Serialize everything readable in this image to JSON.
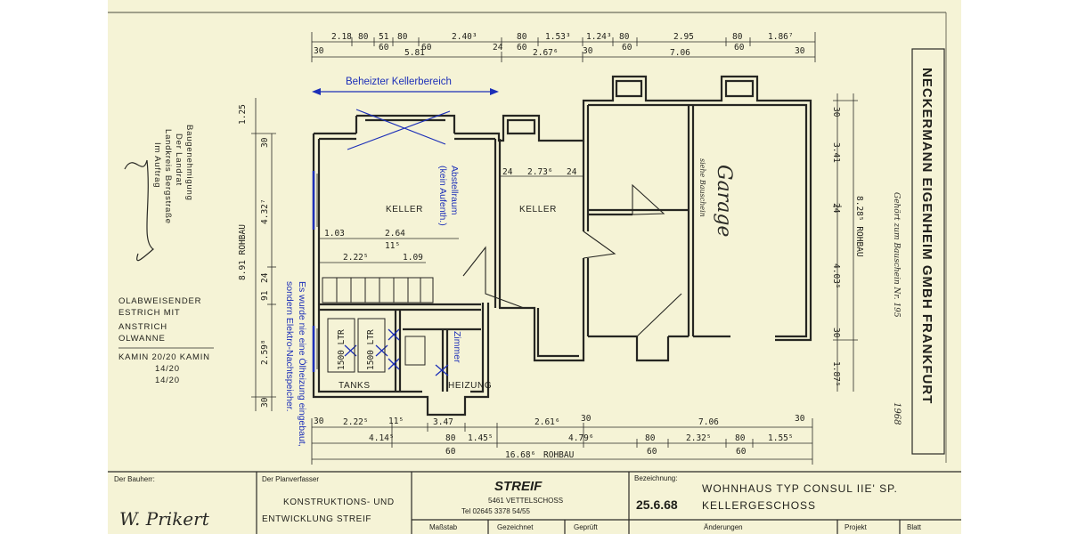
{
  "annotations": {
    "heated_area": "Beheizter Kellerbereich",
    "storage_room": "Abstellraum",
    "storage_room_note": "(kein Aufenth.)",
    "room_label": "Zimmer",
    "side_note_1": "Es wurde nie eine Ölheizung eingebaut,",
    "side_note_2": "sondern Elektro-Nachtspeicher."
  },
  "rooms": {
    "keller_left": "KELLER",
    "keller_mid": "KELLER",
    "tanks": "TANKS",
    "heizung": "HEIZUNG",
    "tank_1": "1500 LTR",
    "tank_2": "1500 LTR",
    "garage": "Garage",
    "garage_sub": "siehe Bauschein"
  },
  "top_dims": {
    "row1": [
      "2.18",
      "80",
      "51",
      "80",
      "2.40³",
      "80",
      "1.53³",
      "1.24³",
      "80",
      "2.95",
      "80",
      "1.86⁷"
    ],
    "row2": [
      "30",
      "60",
      "60",
      "24",
      "60",
      "30",
      "60",
      "60",
      "30"
    ],
    "row3": [
      "5.81",
      "2.67⁶",
      "7.06"
    ]
  },
  "bottom_dims": {
    "row1": [
      "30",
      "2.22⁵",
      "11⁵",
      "3.47",
      "2.61⁶",
      "30",
      "7.06",
      "30"
    ],
    "row2": [
      "4.14⁵",
      "80",
      "1.45⁵",
      "4.79⁶",
      "80",
      "2.32⁵",
      "80",
      "1.55⁵"
    ],
    "row3": [
      "60",
      "60",
      "60"
    ],
    "total": "16.68⁶",
    "total_label": "ROHBAU"
  },
  "left_dims": {
    "outer": "8.91 ROHBAU",
    "top": "1.25",
    "mid": "4.32⁷",
    "small_30a": "30",
    "small_24": "24",
    "small_91": "91",
    "lower": "2.59⁸",
    "small_30b": "30"
  },
  "right_dims": {
    "outer": "8.28⁵ ROHBAU",
    "a": "30",
    "b": "3.41",
    "c": "24",
    "d": "4.03⁵",
    "e": "30",
    "f": "1.87⁵"
  },
  "interior_dims": {
    "d1": "1.03",
    "d2": "2.64",
    "d3": "11⁵",
    "d4": "2.22⁵",
    "d5": "1.09",
    "d6": "24",
    "d7": "2.73⁶",
    "d8": "24"
  },
  "stamp": {
    "line1": "Baugenehmigung",
    "line2": "Der Landrat",
    "line3": "Landkreis Bergstraße",
    "line4": "Im Auftrag"
  },
  "legend_lines": [
    "OLABWEISENDER",
    "ESTRICH MIT",
    "ANSTRICH",
    "OLWANNE",
    "KAMIN 20/20 KAMIN",
    "14/20",
    "14/20"
  ],
  "vertical_title": "NECKERMANN EIGENHEIM GMBH FRANKFURT",
  "vertical_sub": "Gehört zum Bauschein Nr. 195",
  "vertical_year": "1968",
  "title_block": {
    "owner_label": "Der Bauherr:",
    "owner_signature": "W. Prikert",
    "planner_label": "Der Planverfasser",
    "planner_line1": "KONSTRUKTIONS- UND",
    "planner_line2": "ENTWICKLUNG STREIF",
    "company": "STREIF",
    "company_place": "5461 VETTELSCHOSS",
    "company_phone": "Tel 02645 3378 54/55",
    "designation_label": "Bezeichnung:",
    "date": "25.6.68",
    "title_line1": "WOHNHAUS TYP CONSUL IIE' SP.",
    "title_line2": "KELLERGESCHOSS",
    "col_scale": "Maßstab",
    "col_drawn": "Gezeichnet",
    "col_checked": "Geprüft",
    "col_changes": "Änderungen",
    "col_project": "Projekt",
    "col_sheet": "Blatt"
  }
}
